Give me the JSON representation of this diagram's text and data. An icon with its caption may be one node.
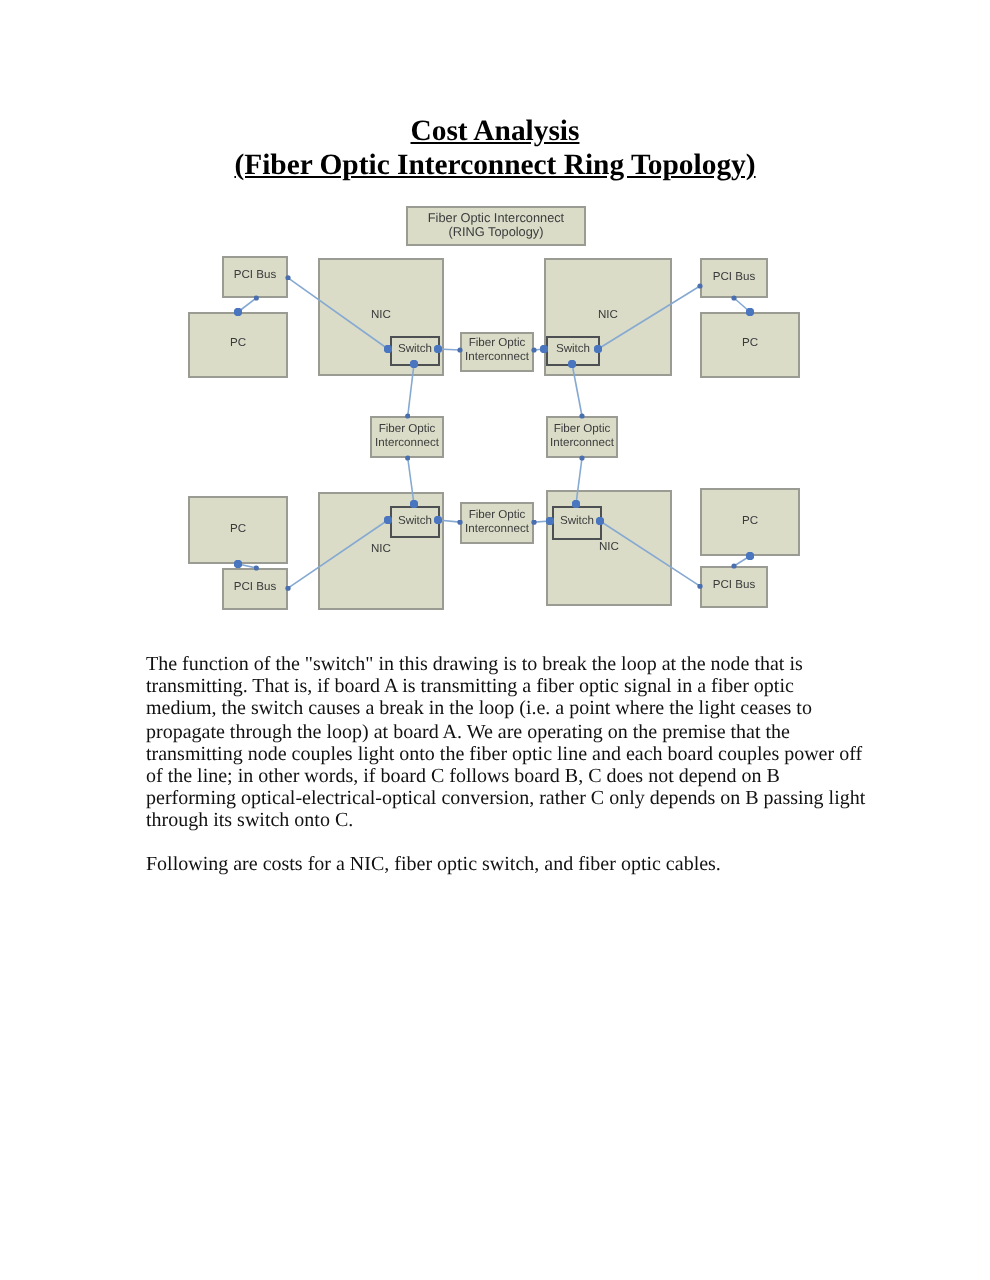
{
  "diagram": {
    "title": "Cost Analysis",
    "nodes": [
      {
        "text": [
          "Fiber Optic Interconnect (RING Topology)"
        ]
      },
      {
        "text": [
          "PCI Bus"
        ]
      },
      {
        "text": [
          "PC"
        ]
      },
      {
        "text": [
          "NIC"
        ]
      },
      {
        "text": [
          "Switch"
        ],
        "in": 3
      },
      {
        "text": [
          "Fiber Optic Interconnect"
        ]
      },
      {
        "text": [
          "NIC"
        ]
      },
      {
        "text": [
          "Switch"
        ],
        "in": 6
      },
      {
        "text": [
          "PCI Bus"
        ]
      },
      {
        "text": [
          "PC"
        ]
      },
      {
        "text": [
          "Fiber Optic Interconnect"
        ]
      },
      {
        "text": [
          "Fiber Optic Interconnect"
        ]
      },
      {
        "text": [
          "PC"
        ]
      },
      {
        "text": [
          "PCI Bus"
        ]
      },
      {
        "text": [
          "NIC"
        ]
      },
      {
        "text": [
          "Switch"
        ],
        "in": 14
      },
      {
        "text": [
          "Fiber Optic Interconnect"
        ]
      },
      {
        "text": [
          "NIC"
        ]
      },
      {
        "text": [
          "Switch"
        ],
        "in": 17
      },
      {
        "text": [
          "PC"
        ]
      },
      {
        "text": [
          "PCI Bus"
        ]
      }
    ],
    "edges": [
      {
        "from": 4,
        "to": 1,
        "arrow": "other"
      },
      {
        "from": 2,
        "to": 1,
        "arrow": "other"
      },
      {
        "from": 4,
        "to": 5,
        "arrow": "other"
      },
      {
        "from": 4,
        "to": 10,
        "arrow": "other"
      },
      {
        "from": 7,
        "to": 5,
        "arrow": "other"
      },
      {
        "from": 7,
        "to": 8,
        "arrow": "other"
      },
      {
        "from": 9,
        "to": 8,
        "arrow": "other"
      },
      {
        "from": 7,
        "to": 11,
        "arrow": "other"
      },
      {
        "from": 15,
        "to": 10,
        "arrow": "other"
      },
      {
        "from": 18,
        "to": 11,
        "arrow": "other"
      },
      {
        "from": 12,
        "to": 13,
        "arrow": "other"
      },
      {
        "from": 15,
        "to": 13,
        "arrow": "other"
      },
      {
        "from": 15,
        "to": 16,
        "arrow": "other"
      },
      {
        "from": 18,
        "to": 16,
        "arrow": "other"
      },
      {
        "from": 18,
        "to": 20,
        "arrow": "other"
      },
      {
        "from": 19,
        "to": 20,
        "arrow": "other"
      }
    ],
    "labels": [
      "(Fiber Optic Interconnect Ring Topology)",
      "The function of the \"switch\" in this drawing is to break the loop at the node that is transmitting. That is, if board A is transmitting a fiber optic signal in a fiber optic medium, the switch causes a break in the loop (i.e. a point where the light ceases to propagate through the loop) at board A. We are operating on the premise that the transmitting node couples light onto the fiber optic line and each board couples power off of the line; in other words, if board C follows board B, C does not depend on B performing optical-electrical-optical conversion, rather C only depends on B passing light through its switch onto C.",
      "Following are costs for a NIC, fiber optic switch, and fiber optic cables."
    ]
  }
}
